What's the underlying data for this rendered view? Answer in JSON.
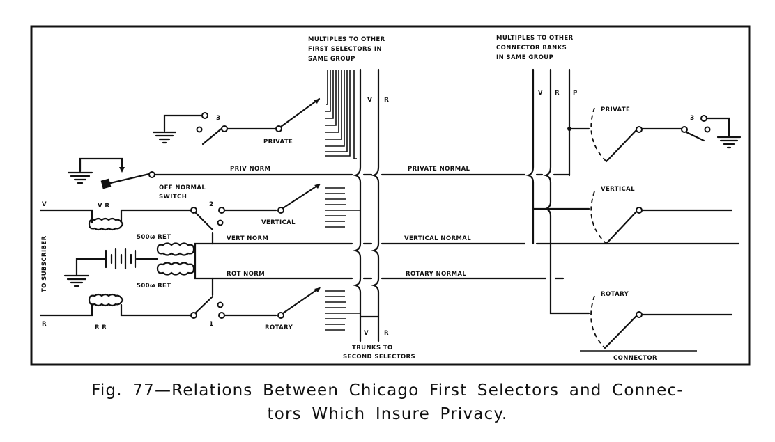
{
  "figure": {
    "caption_line1": "Fig. 77—Relations Between Chicago First Selectors and Connec-",
    "caption_line2": "tors Which Insure Privacy."
  },
  "labels": {
    "multiples_first_selectors": [
      "MULTIPLES TO OTHER",
      "FIRST SELECTORS IN",
      "SAME GROUP"
    ],
    "multiples_connector_banks": [
      "MULTIPLES TO OTHER",
      "CONNECTOR BANKS",
      "IN SAME GROUP"
    ],
    "selector_bank_v": "V",
    "selector_bank_r": "R",
    "connector_bank_v": "V",
    "connector_bank_r": "R",
    "connector_bank_p": "P",
    "private_wiper": "PRIVATE",
    "switch_3": "3",
    "priv_norm": "PRIV NORM",
    "private_normal": "PRIVATE NORMAL",
    "off_normal_switch": [
      "OFF NORMAL",
      "SWITCH"
    ],
    "line_v": "V",
    "line_r": "R",
    "vr_relay": "V R",
    "rr_relay": "R R",
    "switch_2": "2",
    "switch_1": "1",
    "vertical_wiper": "VERTICAL",
    "vert_norm": "VERT NORM",
    "vertical_normal": "VERTICAL NORMAL",
    "rot_norm": "ROT NORM",
    "rotary_normal": "ROTARY NORMAL",
    "rotary_wiper": "ROTARY",
    "res_top": "500ω RET",
    "res_bottom": "500ω RET",
    "to_subscriber": "TO SUBSCRIBER",
    "trunks": [
      "TRUNKS TO",
      "SECOND SELECTORS"
    ],
    "trunk_v": "V",
    "trunk_r": "R",
    "conn_private": "PRIVATE",
    "conn_vertical": "VERTICAL",
    "conn_rotary": "ROTARY",
    "conn_switch_3": "3",
    "connector": "CONNECTOR"
  }
}
